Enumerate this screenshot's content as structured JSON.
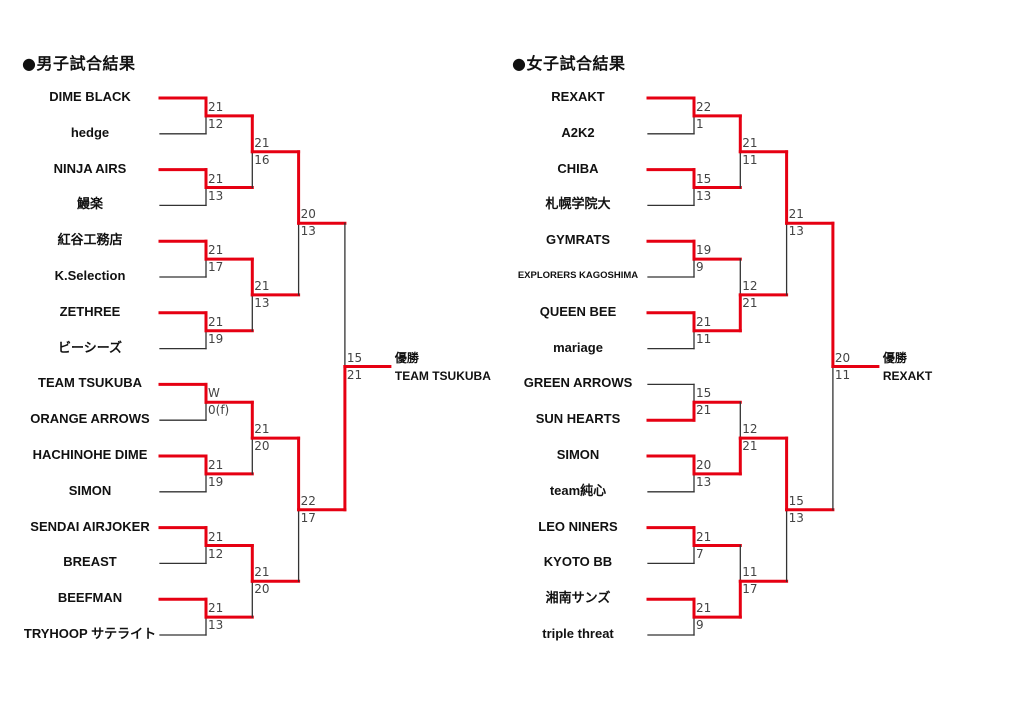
{
  "colors": {
    "winner_line": "#e60012",
    "loser_line": "#333333"
  },
  "brackets": [
    {
      "id": "men",
      "title": "●男子試合結果",
      "teams": [
        "DIME BLACK",
        "hedge",
        "NINJA AIRS",
        "鰻楽",
        "紅谷工務店",
        "K.Selection",
        "ZETHREE",
        "ビーシーズ",
        "TEAM TSUKUBA",
        "ORANGE ARROWS",
        "HACHINOHE DIME",
        "SIMON",
        "SENDAI AIRJOKER",
        "BREAST",
        "BEEFMAN",
        "TRYHOOP サテライト"
      ],
      "rounds": [
        [
          [
            "21",
            "12"
          ],
          [
            "21",
            "13"
          ],
          [
            "21",
            "17"
          ],
          [
            "21",
            "19"
          ],
          [
            "W",
            "0(f)"
          ],
          [
            "21",
            "19"
          ],
          [
            "21",
            "12"
          ],
          [
            "21",
            "13"
          ]
        ],
        [
          [
            "21",
            "16"
          ],
          [
            "21",
            "13"
          ],
          [
            "21",
            "20"
          ],
          [
            "21",
            "20"
          ]
        ],
        [
          [
            "20",
            "13"
          ],
          [
            "22",
            "17"
          ]
        ],
        [
          [
            "15",
            "21"
          ]
        ]
      ],
      "champion_label": "優勝",
      "champion": "TEAM TSUKUBA"
    },
    {
      "id": "women",
      "title": "●女子試合結果",
      "teams": [
        "REXAKT",
        "A2K2",
        "CHIBA",
        "札幌学院大",
        "GYMRATS",
        "EXPLORERS KAGOSHIMA",
        "QUEEN BEE",
        "mariage",
        "GREEN ARROWS",
        "SUN HEARTS",
        "SIMON",
        "team純心",
        "LEO NINERS",
        "KYOTO BB",
        "湘南サンズ",
        "triple threat"
      ],
      "rounds": [
        [
          [
            "22",
            "1"
          ],
          [
            "15",
            "13"
          ],
          [
            "19",
            "9"
          ],
          [
            "21",
            "11"
          ],
          [
            "15",
            "21"
          ],
          [
            "20",
            "13"
          ],
          [
            "21",
            "7"
          ],
          [
            "21",
            "9"
          ]
        ],
        [
          [
            "21",
            "11"
          ],
          [
            "12",
            "21"
          ],
          [
            "12",
            "21"
          ],
          [
            "11",
            "17"
          ]
        ],
        [
          [
            "21",
            "13"
          ],
          [
            "15",
            "13"
          ]
        ],
        [
          [
            "20",
            "11"
          ]
        ]
      ],
      "champion_label": "優勝",
      "champion": "REXAKT"
    }
  ]
}
